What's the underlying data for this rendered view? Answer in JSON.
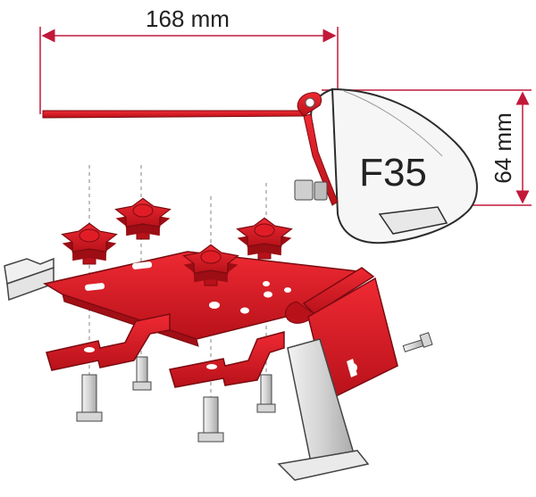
{
  "dimensions": {
    "width_label": "168 mm",
    "height_label": "64 mm"
  },
  "product": {
    "model_label": "F35"
  },
  "colors": {
    "part_red": "#d0141e",
    "part_red_dark": "#9c0d14",
    "line_dim": "#c2183a",
    "steel": "#d8d8d8",
    "steel_dark": "#8a8a8a",
    "outline": "#333333"
  }
}
